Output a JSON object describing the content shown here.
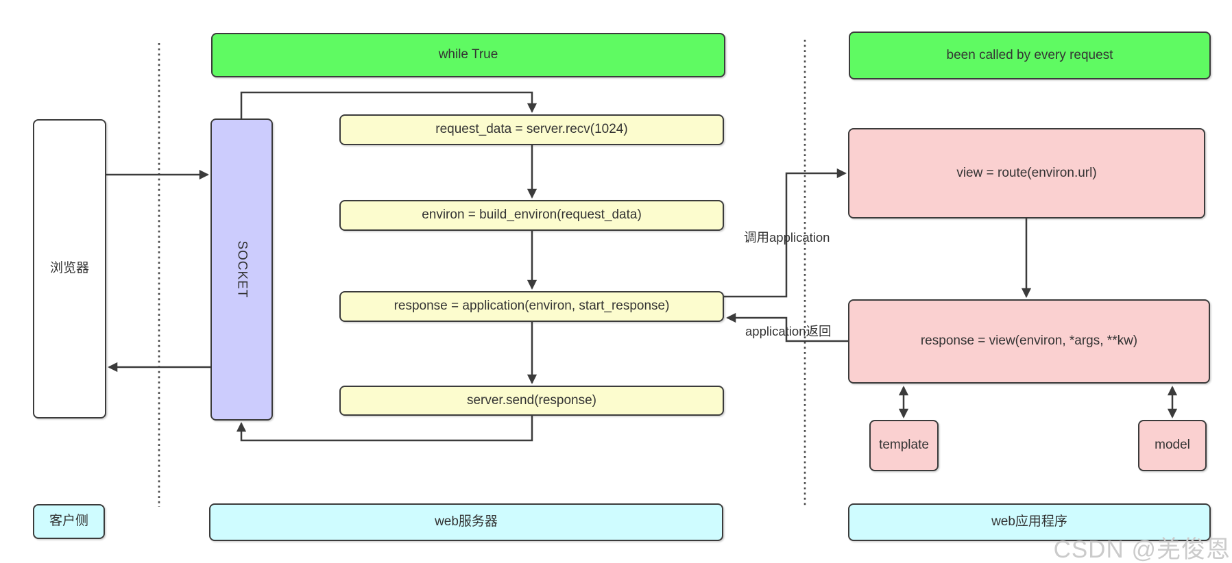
{
  "diagram": {
    "nodes": {
      "browser": "浏览器",
      "socket": "SOCKET",
      "recv": "request_data = server.recv(1024)",
      "build_environ": "environ = build_environ(request_data)",
      "call_application": "response = application(environ, start_response)",
      "send": "server.send(response)",
      "route": "view = route(environ.url)",
      "view_call": "response = view(environ, *args, **kw)",
      "template": "template",
      "model": "model"
    },
    "banners": {
      "while_loop": "while True",
      "called_every_request": "been called by every request"
    },
    "edge_labels": {
      "call": "调用application",
      "return": "application返回"
    },
    "lanes": {
      "client": "客户侧",
      "server": "web服务器",
      "app": "web应用程序"
    }
  },
  "watermark": "CSDN @羌俊恩",
  "colors": {
    "green": "#5ffa62",
    "yellow": "#fcfcce",
    "lavender": "#ccccfd",
    "pink": "#fad0d0",
    "cyan": "#cffcff",
    "border": "#3b3b3b",
    "text": "#333333",
    "watermark": "#cbcbcb"
  }
}
